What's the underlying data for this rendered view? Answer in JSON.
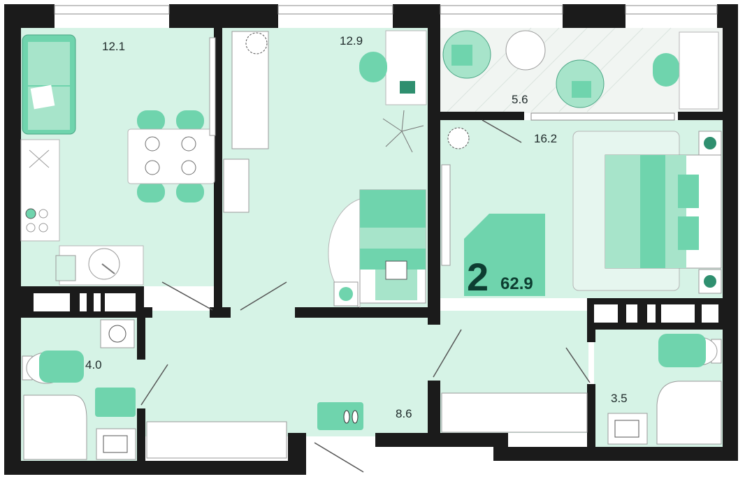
{
  "plan": {
    "rooms_count": "2",
    "total_area": "62.9",
    "rooms": [
      {
        "id": "living-kitchen",
        "area": "12.1"
      },
      {
        "id": "bedroom-small",
        "area": "12.9"
      },
      {
        "id": "balcony",
        "area": "5.6"
      },
      {
        "id": "bedroom-main",
        "area": "16.2"
      },
      {
        "id": "bathroom-left",
        "area": "4.0"
      },
      {
        "id": "hallway",
        "area": "8.6"
      },
      {
        "id": "bathroom-right",
        "area": "3.5"
      }
    ],
    "colors": {
      "floor": "#d6f3e6",
      "wall": "#1b1b1b",
      "accent": "#6fd4ad",
      "accent_dark": "#0d3d31",
      "balcony": "#f1f5f2"
    },
    "icons": [
      "sofa-icon",
      "dining-table-icon",
      "stove-icon",
      "sink-icon",
      "desk-icon",
      "plant-icon",
      "wardrobe-icon",
      "bed-icon",
      "armchair-icon",
      "toilet-icon",
      "shower-icon",
      "washing-machine-icon",
      "slippers-icon"
    ]
  }
}
